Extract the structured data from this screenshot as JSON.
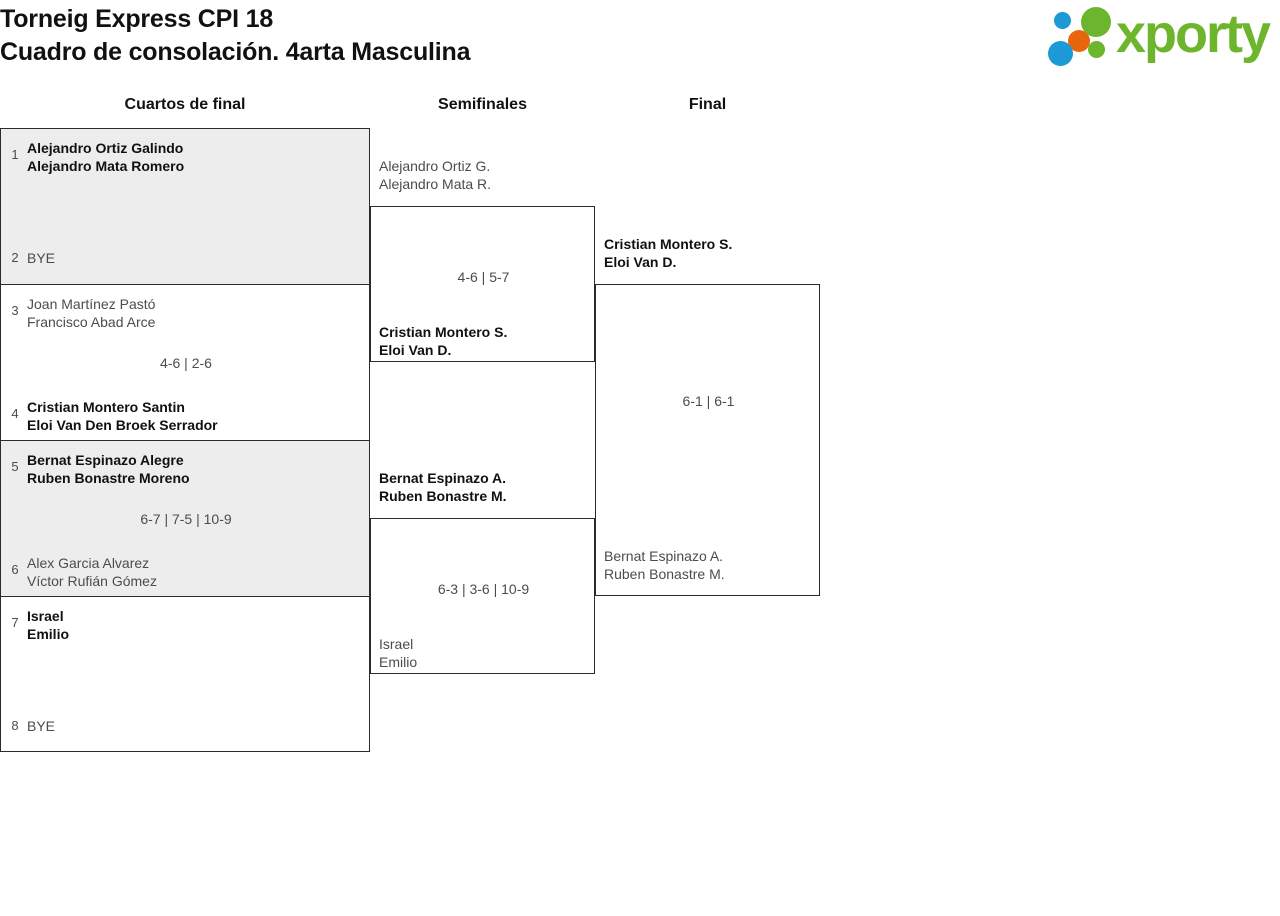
{
  "header": {
    "title_line_1": "Torneig Express CPI 18",
    "title_line_2": "Cuadro de consolación. 4arta Masculina",
    "logo_text": "xporty"
  },
  "columns": {
    "quarterfinals": "Cuartos de final",
    "semifinals": "Semifinales",
    "final": "Final"
  },
  "colors": {
    "logo_green": "#6cb52d",
    "logo_blue": "#1b9ad6",
    "logo_orange": "#e8650d",
    "row_shaded": "#ededed",
    "border": "#2b2b2b",
    "winner_text": "#111111",
    "loser_text": "#4c4c4c"
  },
  "bracket": {
    "quarterfinals": [
      {
        "shaded": true,
        "top": {
          "seed": "1",
          "line1": "Alejandro Ortiz Galindo",
          "line2": "Alejandro Mata Romero",
          "status": "winner"
        },
        "bottom": {
          "seed": "2",
          "line1": "BYE",
          "line2": "",
          "status": "loser"
        },
        "score": ""
      },
      {
        "shaded": false,
        "top": {
          "seed": "3",
          "line1": "Joan Martínez Pastó",
          "line2": "Francisco Abad Arce",
          "status": "loser"
        },
        "bottom": {
          "seed": "4",
          "line1": "Cristian Montero Santin",
          "line2": "Eloi Van Den Broek Serrador",
          "status": "winner"
        },
        "score": "4-6 | 2-6"
      },
      {
        "shaded": true,
        "top": {
          "seed": "5",
          "line1": "Bernat Espinazo Alegre",
          "line2": "Ruben Bonastre Moreno",
          "status": "winner"
        },
        "bottom": {
          "seed": "6",
          "line1": "Alex Garcia Alvarez",
          "line2": "Víctor Rufián Gómez",
          "status": "loser"
        },
        "score": "6-7 | 7-5 | 10-9"
      },
      {
        "shaded": false,
        "top": {
          "seed": "7",
          "line1": "Israel",
          "line2": "Emilio",
          "status": "winner"
        },
        "bottom": {
          "seed": "8",
          "line1": "BYE",
          "line2": "",
          "status": "loser"
        },
        "score": ""
      }
    ],
    "semifinals": [
      {
        "top": {
          "line1": "Alejandro Ortiz G.",
          "line2": "Alejandro Mata R.",
          "status": "loser"
        },
        "bottom": {
          "line1": "Cristian Montero S.",
          "line2": "Eloi Van D.",
          "status": "winner"
        },
        "score": "4-6 | 5-7"
      },
      {
        "top": {
          "line1": "Bernat Espinazo A.",
          "line2": "Ruben Bonastre M.",
          "status": "winner"
        },
        "bottom": {
          "line1": "Israel",
          "line2": "Emilio",
          "status": "loser"
        },
        "score": "6-3 | 3-6 | 10-9"
      }
    ],
    "final": [
      {
        "top": {
          "line1": "Cristian Montero S.",
          "line2": "Eloi Van D.",
          "status": "winner"
        },
        "bottom": {
          "line1": "Bernat Espinazo A.",
          "line2": "Ruben Bonastre M.",
          "status": "loser"
        },
        "score": "6-1 | 6-1"
      }
    ]
  }
}
